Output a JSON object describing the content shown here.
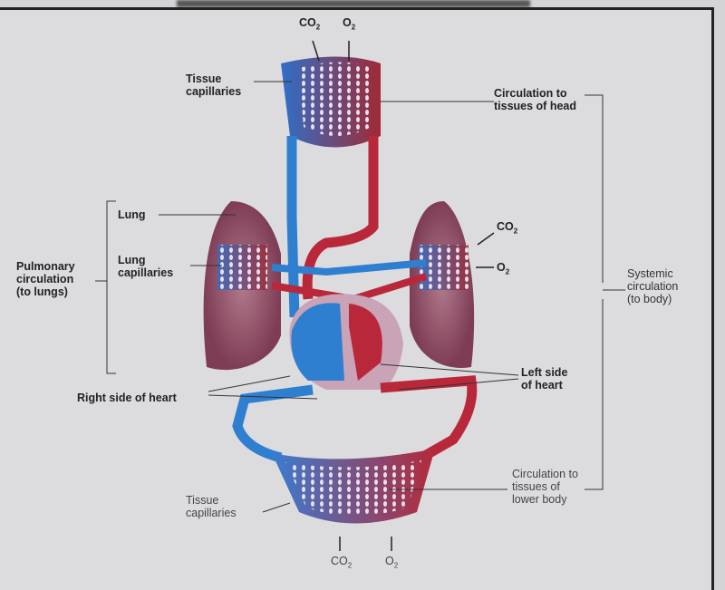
{
  "labels": {
    "top_co2": "CO",
    "top_o2": "O",
    "tissue_capillaries_top": [
      "Tissue",
      "capillaries"
    ],
    "circulation_head": [
      "Circulation to",
      "tissues of head"
    ],
    "lung": "Lung",
    "lung_capillaries": [
      "Lung",
      "capillaries"
    ],
    "pulmonary": [
      "Pulmonary",
      "circulation",
      "(to lungs)"
    ],
    "right_co2": "CO",
    "right_o2": "O",
    "systemic": [
      "Systemic",
      "circulation",
      "(to body)"
    ],
    "left_heart": [
      "Left side",
      "of heart"
    ],
    "right_heart": "Right side of heart",
    "circulation_lower": [
      "Circulation to",
      "tissues of",
      "lower body"
    ],
    "tissue_capillaries_bottom": [
      "Tissue",
      "capillaries"
    ],
    "bottom_co2": "CO",
    "bottom_o2": "O",
    "subscript": "2"
  },
  "colors": {
    "oxygenated": "#b8283a",
    "deoxygenated": "#2f7fd0",
    "lung": "#9a5a70"
  }
}
